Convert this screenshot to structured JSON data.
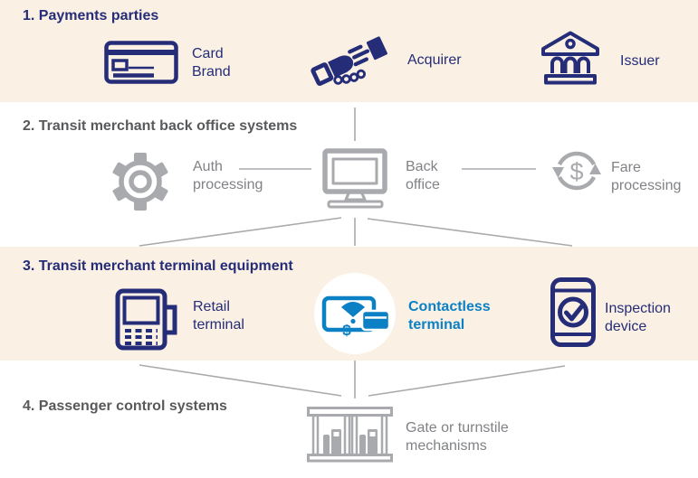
{
  "colors": {
    "navy": "#252c78",
    "bright_blue": "#0b80c5",
    "band_beige": "#faf1e4",
    "gray_heading": "#58595b",
    "gray_label": "#808285",
    "gray_icon_line": "#a8aaad",
    "background": "#ffffff"
  },
  "sections": [
    {
      "title": "1. Payments parties",
      "items": [
        {
          "icon": "card",
          "label": "Card Brand"
        },
        {
          "icon": "handshake",
          "label": "Acquirer"
        },
        {
          "icon": "bank",
          "label": "Issuer"
        }
      ]
    },
    {
      "title": "2. Transit merchant back office systems",
      "items": [
        {
          "icon": "gear",
          "label": "Auth processing"
        },
        {
          "icon": "computer",
          "label": "Back office"
        },
        {
          "icon": "currency-cycle",
          "label": "Fare processing"
        }
      ]
    },
    {
      "title": "3. Transit merchant terminal equipment",
      "items": [
        {
          "icon": "pos-terminal",
          "label": "Retail terminal"
        },
        {
          "icon": "contactless-card",
          "label": "Contactless terminal"
        },
        {
          "icon": "phone-check",
          "label": "Inspection device"
        }
      ]
    },
    {
      "title": "4. Passenger control systems",
      "items": [
        {
          "icon": "turnstile-gate",
          "label": "Gate or turnstile mechanisms"
        }
      ]
    }
  ]
}
